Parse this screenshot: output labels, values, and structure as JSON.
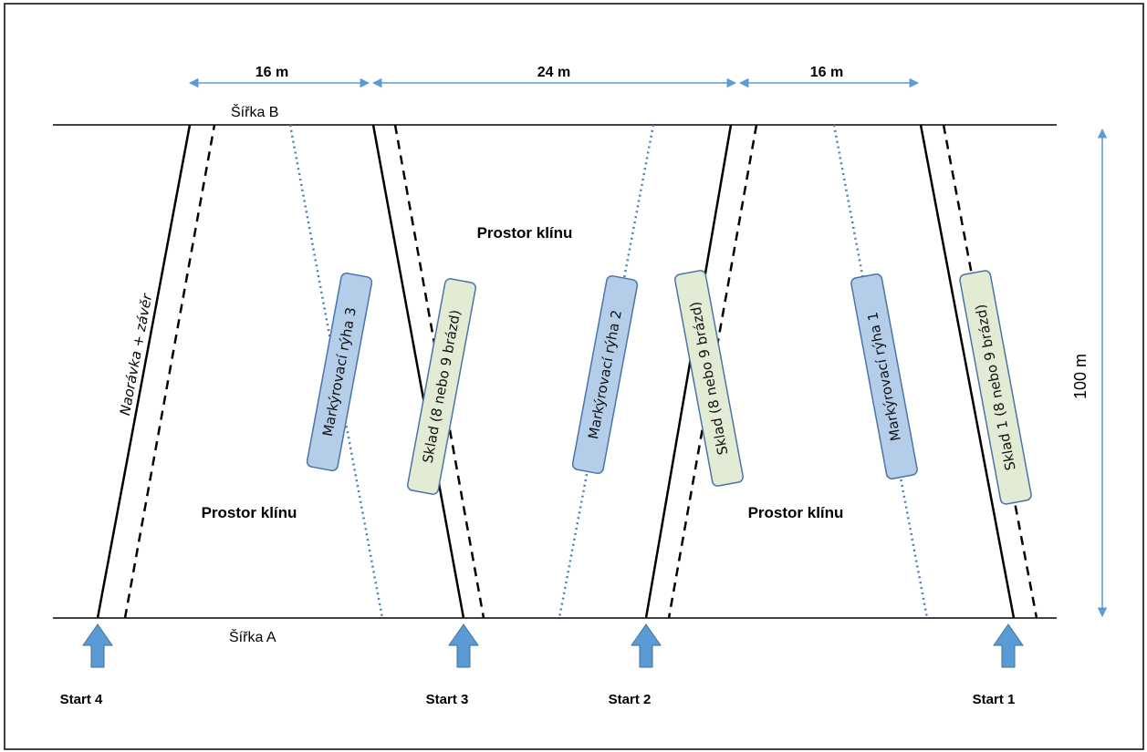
{
  "dimensions": {
    "left_width": "16 m",
    "middle_width": "24 m",
    "right_width": "16 m",
    "height": "100 m"
  },
  "edges": {
    "top": "Šířka  B",
    "bottom": "Šířka  A"
  },
  "areas": {
    "wedge_top": "Prostor klínu",
    "wedge_left": "Prostor klínu",
    "wedge_right": "Prostor klínu"
  },
  "side_label": "Naorávka + závěr",
  "boxes": {
    "mark3": "Markýrovací rýha 3",
    "mark2": "Markýrovací rýha 2",
    "mark1": "Markýrovací rýha 1",
    "sklad_a": "Sklad  (8 nebo 9 brázd)",
    "sklad_b": "Sklad  (8 nebo 9 brázd)",
    "sklad_1": "Sklad 1  (8 nebo 9 brázd)"
  },
  "starts": {
    "s4": "Start 4",
    "s3": "Start 3",
    "s2": "Start 2",
    "s1": "Start 1"
  },
  "colors": {
    "arrow_blue": "#5b9bd5",
    "marker_box": "#b4cde9",
    "sklad_box": "#e2ecd4",
    "box_border": "#4a74a8",
    "dotted_line": "#4a7dc4"
  }
}
